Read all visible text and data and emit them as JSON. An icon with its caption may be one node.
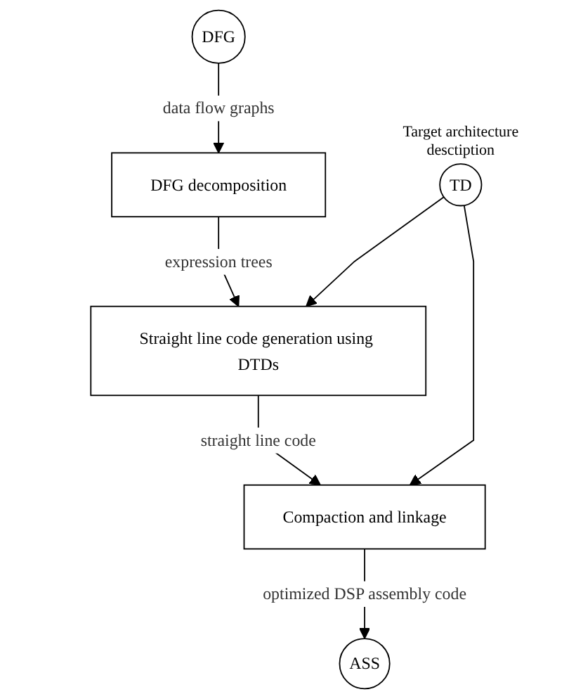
{
  "diagram": {
    "nodes": [
      {
        "text": [
          "DFG"
        ]
      },
      {
        "text": [
          "DFG decomposition"
        ]
      },
      {
        "text": [
          "TD"
        ],
        "beside": [
          "Target architecture desctiption"
        ]
      },
      {
        "text": [
          "Straight line code generation using DTDs"
        ]
      },
      {
        "text": [
          "Compaction and linkage"
        ]
      },
      {
        "text": [
          "ASS"
        ]
      }
    ],
    "edges": [
      {
        "from": 0,
        "to": 1,
        "arrow": "to",
        "label": "data flow graphs"
      },
      {
        "from": 1,
        "to": 3,
        "arrow": "to",
        "label": "expression trees"
      },
      {
        "from": 2,
        "to": 3,
        "arrow": "to"
      },
      {
        "from": 3,
        "to": 4,
        "arrow": "to",
        "label": "straight line code"
      },
      {
        "from": 2,
        "to": 4,
        "arrow": "to"
      },
      {
        "from": 4,
        "to": 5,
        "arrow": "to",
        "label": "optimized DSP assembly code"
      }
    ]
  }
}
